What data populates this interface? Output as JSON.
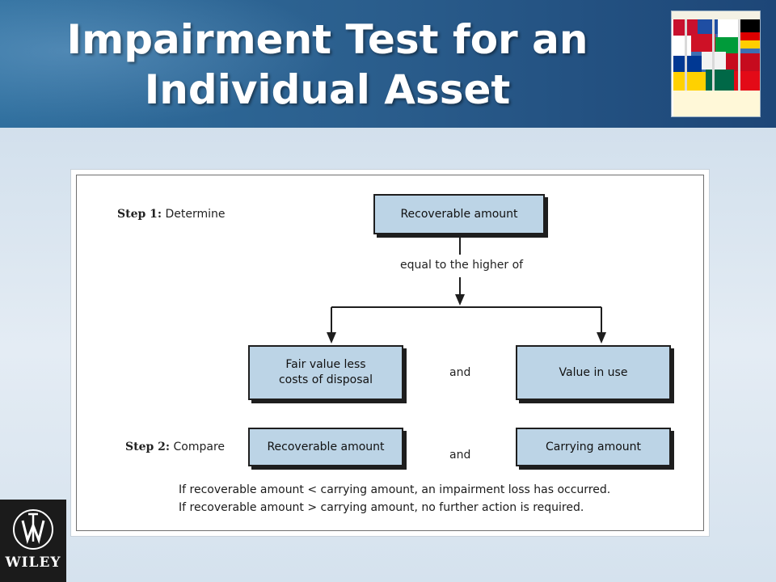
{
  "slide": {
    "title_line1": "Impairment Test for an",
    "title_line2": "Individual Asset",
    "book_cover_icon": "book-cover-icon",
    "publisher_logo_text": "WILEY",
    "publisher_logo_icon": "wiley-logo-icon"
  },
  "diagram": {
    "step1": {
      "label": "Step 1:",
      "text": "Determine"
    },
    "step2": {
      "label": "Step 2:",
      "text": "Compare"
    },
    "top_box": "Recoverable amount",
    "connector_text": "equal to the higher of",
    "left_box_line1": "Fair value less",
    "left_box_line2": "costs of disposal",
    "right_box": "Value in use",
    "and_1": "and",
    "compare_left_box": "Recoverable amount",
    "compare_right_box": "Carrying amount",
    "and_2": "and",
    "note_1": "If recoverable amount < carrying amount, an impairment loss has occurred.",
    "note_2": "If recoverable amount > carrying amount, no further action is required."
  },
  "colors": {
    "header": "#2b5f8e",
    "box_fill": "#bcd4e6",
    "title_text": "#ffffff"
  }
}
